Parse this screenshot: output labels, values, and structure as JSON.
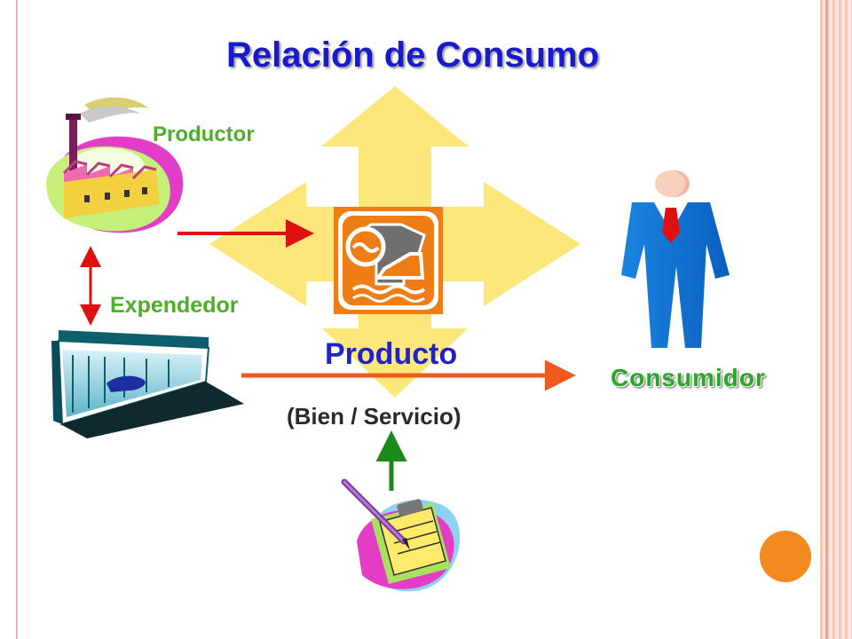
{
  "slide": {
    "title": "Relación de Consumo",
    "labels": {
      "productor": "Productor",
      "expendedor": "Expendedor",
      "producto": "Producto",
      "bien_servicio": "(Bien / Servicio)",
      "consumidor": "Consumidor"
    }
  },
  "icons": [
    "factory-icon",
    "store-icon",
    "product-icon",
    "consumer-icon",
    "clipboard-icon"
  ],
  "colors": {
    "title": "#1a1acc",
    "side_labels": "#4caf2a",
    "producto": "#2222c8",
    "consumidor": "#27a827",
    "big_arrow": "#fde67a",
    "red_arrow": "#e01010",
    "orange_arrow": "#f05a1e",
    "green_arrow": "#1a8a1a",
    "decor_circle": "#f28a1e"
  }
}
